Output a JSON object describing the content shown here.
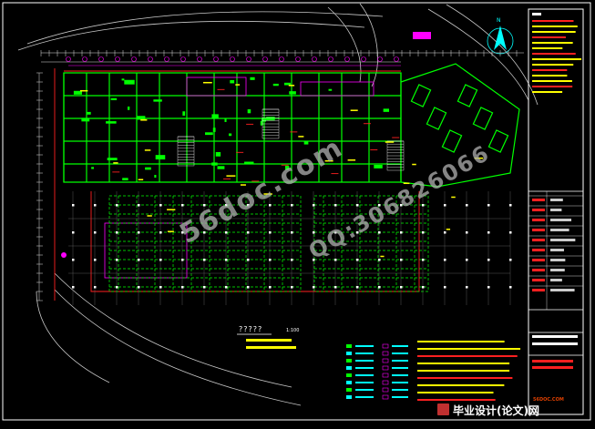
{
  "drawing": {
    "title": "?????",
    "scale": "1:100",
    "compass_letter": "N"
  },
  "watermark": {
    "site_text": "56doc.com",
    "qq_text": "QQ:306826066"
  },
  "footer": {
    "site_small": "56DOC.COM",
    "brand": "毕业设计(论文)网"
  },
  "colors": {
    "background": "#000000",
    "border": "#ffffff",
    "wall": "#00ff00",
    "accent_red": "#ff2020",
    "accent_magenta": "#ff00ff",
    "dim_white": "#e0e0e0",
    "cyan": "#00ffff",
    "yellow": "#ffff00",
    "watermark": "#b0b0b0"
  }
}
